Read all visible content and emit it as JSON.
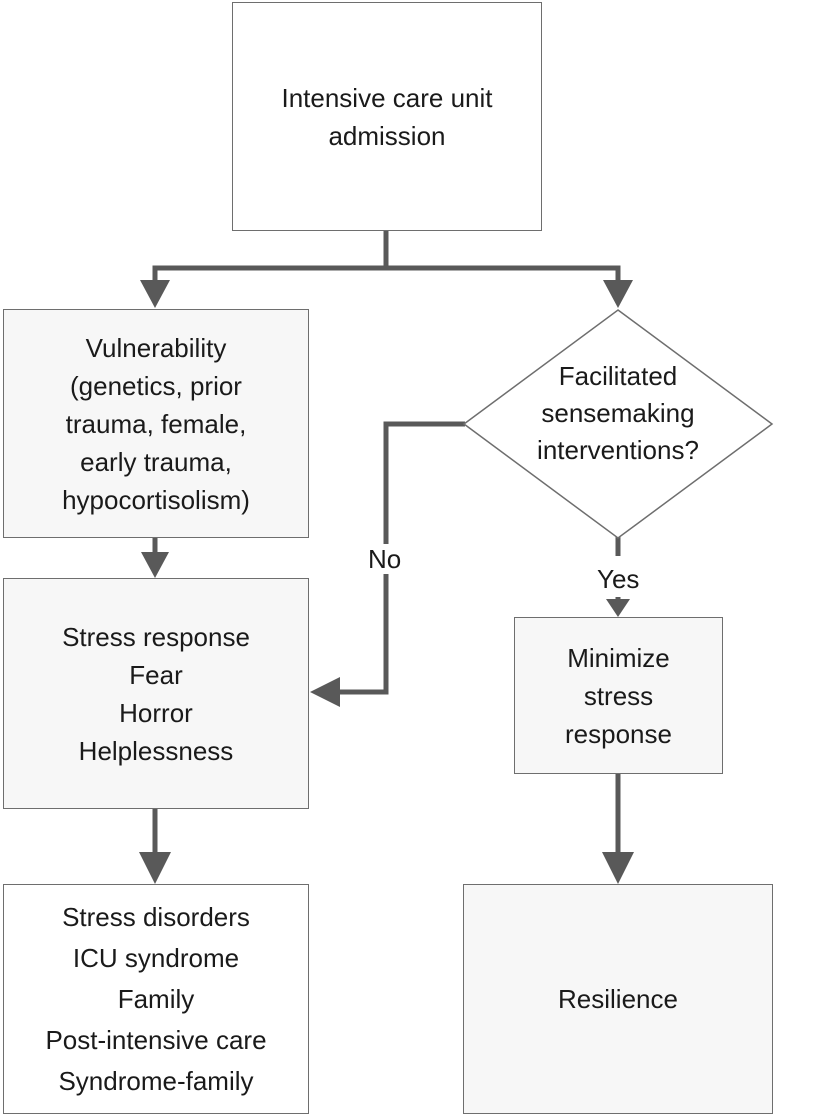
{
  "nodes": {
    "icu_admission": {
      "lines": [
        "Intensive care unit",
        "admission"
      ]
    },
    "vulnerability": {
      "lines": [
        "Vulnerability",
        "(genetics, prior",
        "trauma, female,",
        "early trauma,",
        "hypocortisolism)"
      ]
    },
    "stress_response": {
      "lines": [
        "Stress response",
        "Fear",
        "Horror",
        "Helplessness"
      ]
    },
    "stress_disorders": {
      "lines": [
        "Stress disorders",
        "ICU syndrome",
        "Family",
        "Post-intensive care",
        "Syndrome-family"
      ]
    },
    "decision": {
      "lines": [
        "Facilitated",
        "sensemaking",
        "interventions?"
      ]
    },
    "minimize": {
      "lines": [
        "Minimize",
        "stress",
        "response"
      ]
    },
    "resilience": {
      "lines": [
        "Resilience"
      ]
    }
  },
  "edge_labels": {
    "no": "No",
    "yes": "Yes"
  },
  "colors": {
    "arrow": "#595959",
    "border": "#6e6e6e",
    "fill": "#f7f7f7"
  }
}
